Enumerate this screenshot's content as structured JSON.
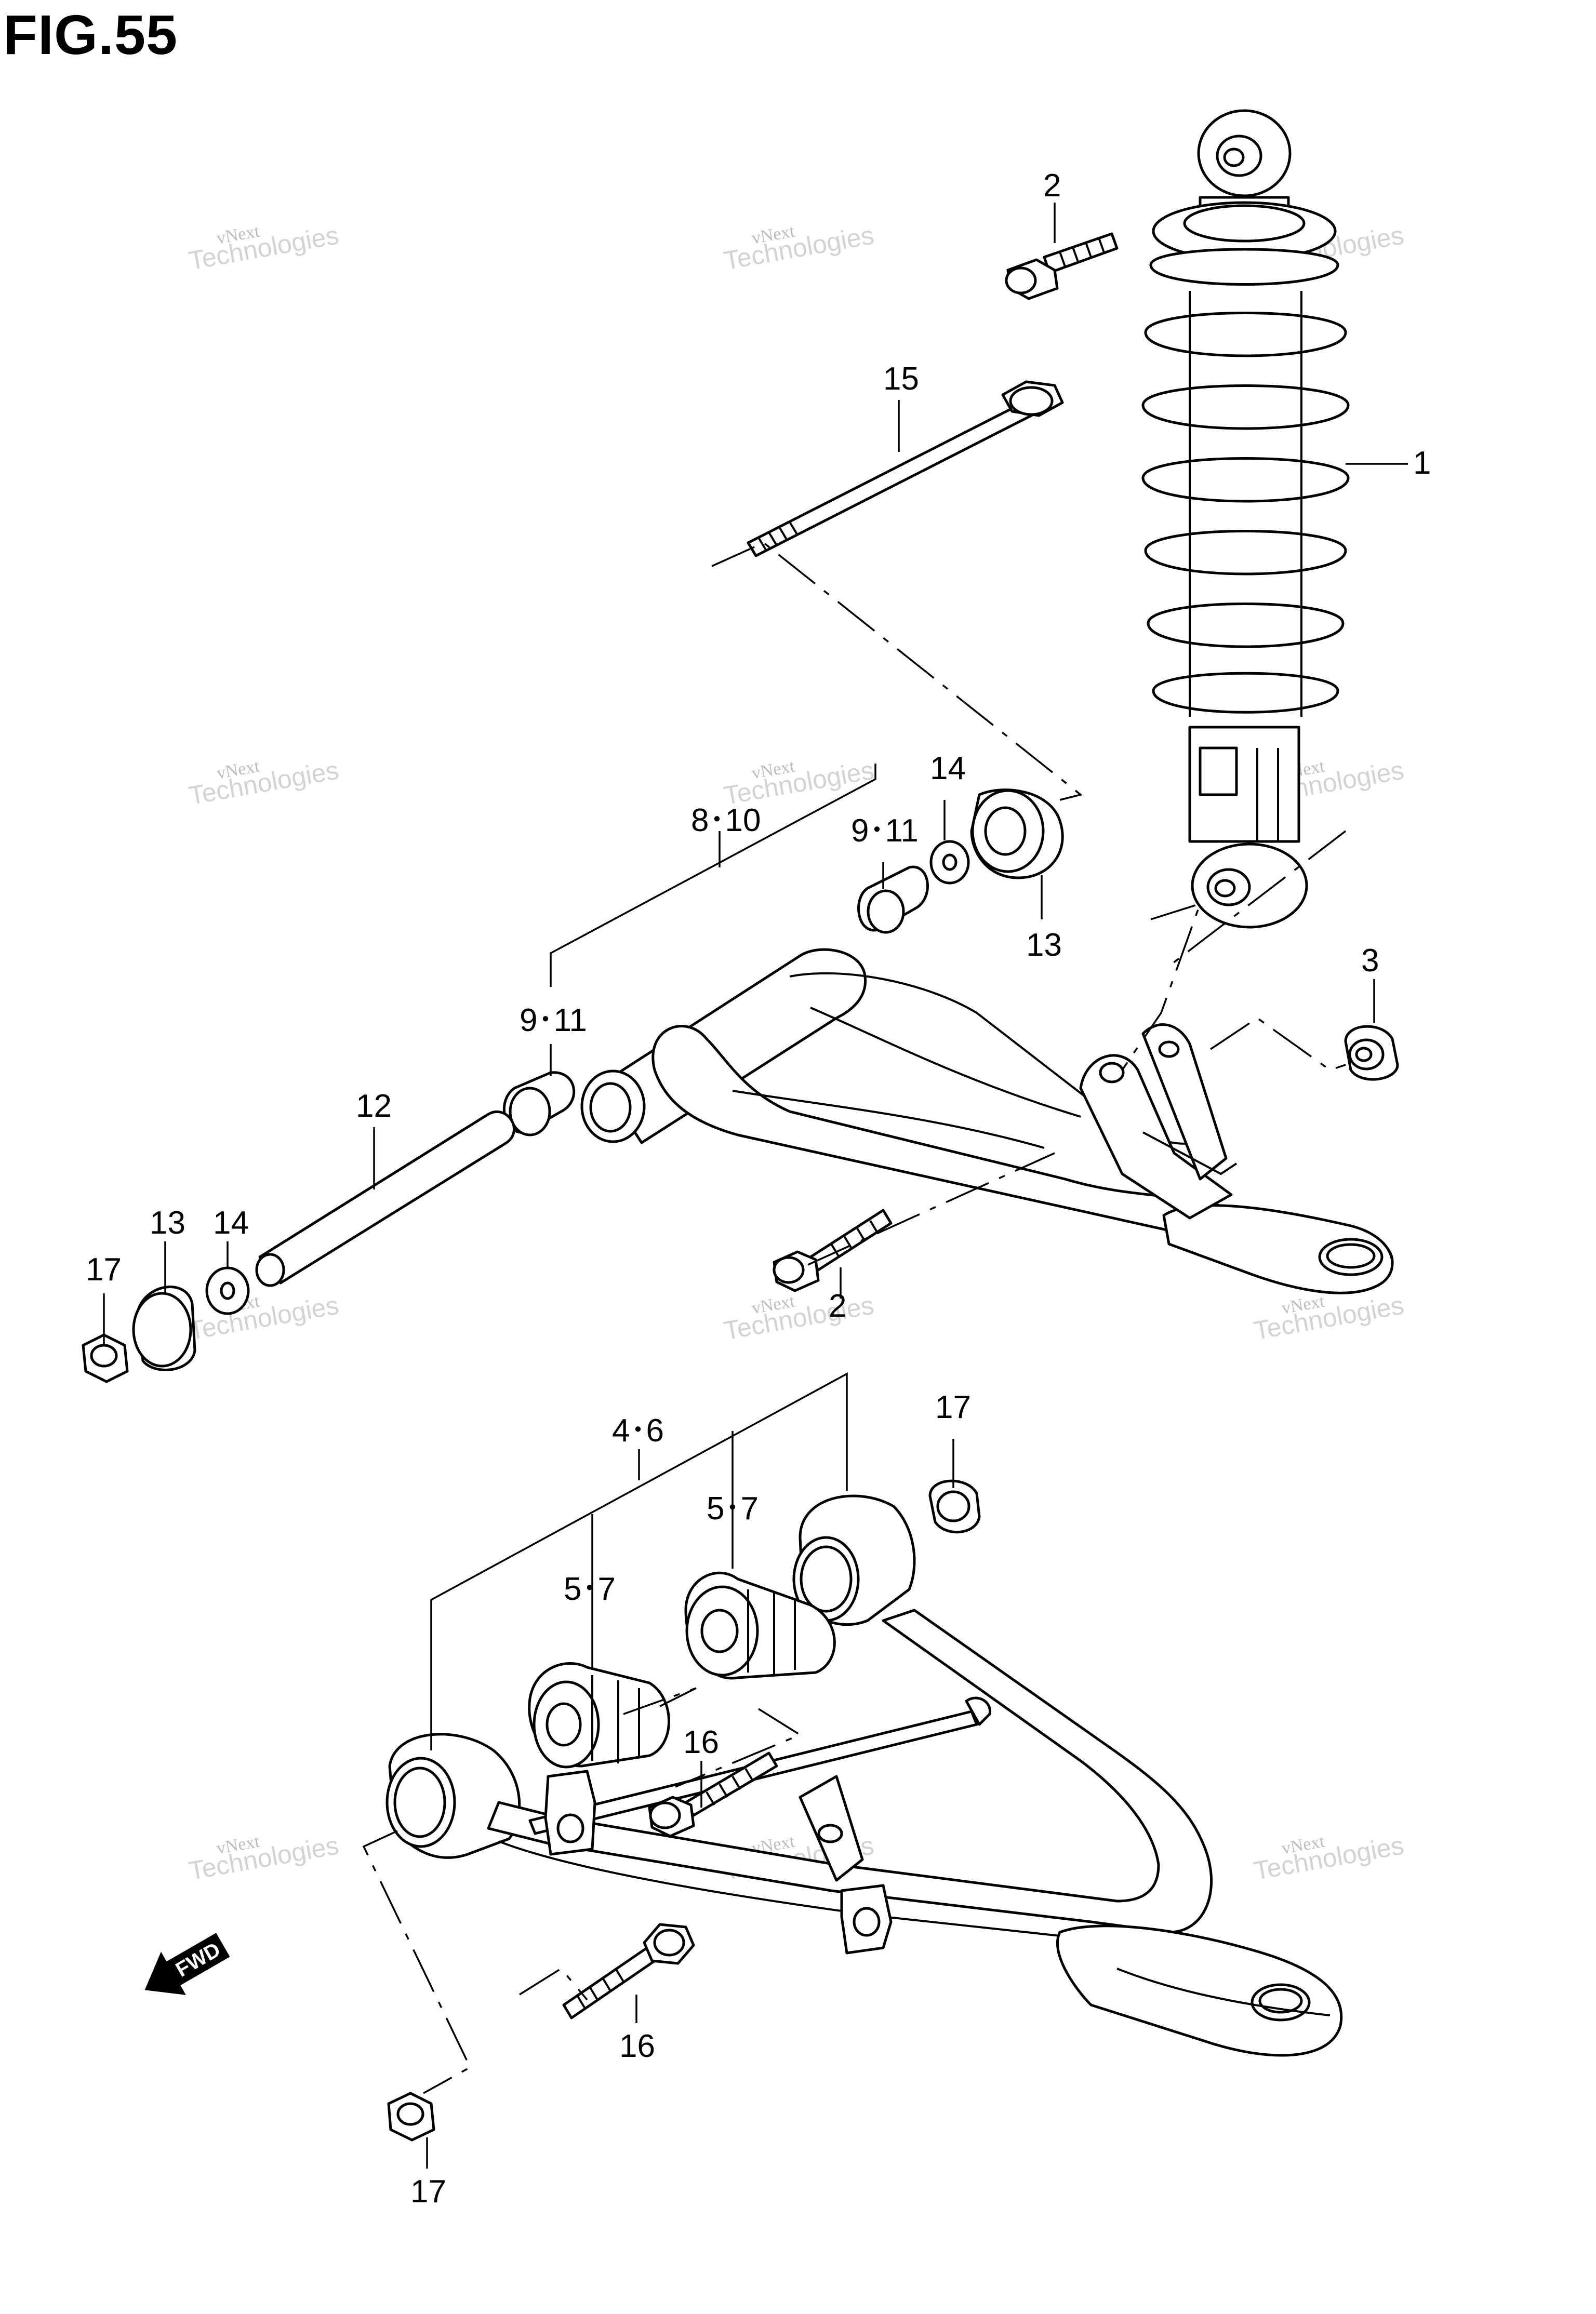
{
  "figure": {
    "title": "FIG.55"
  },
  "callouts": {
    "c1": "1",
    "c2_top": "2",
    "c2_mid": "2",
    "c3": "3",
    "c4_6": "4･6",
    "c5_7_upper": "5･7",
    "c5_7_lower": "5･7",
    "c8_10": "8･10",
    "c9_11_right": "9･11",
    "c9_11_left": "9･11",
    "c12": "12",
    "c13_right": "13",
    "c13_left": "13",
    "c14_right": "14",
    "c14_left": "14",
    "c15": "15",
    "c16_upper": "16",
    "c16_lower": "16",
    "c17_left": "17",
    "c17_right": "17",
    "c17_bottom": "17"
  },
  "watermark": {
    "line1": "vNext",
    "line2": "Technologies"
  },
  "fwd_label": "FWD"
}
